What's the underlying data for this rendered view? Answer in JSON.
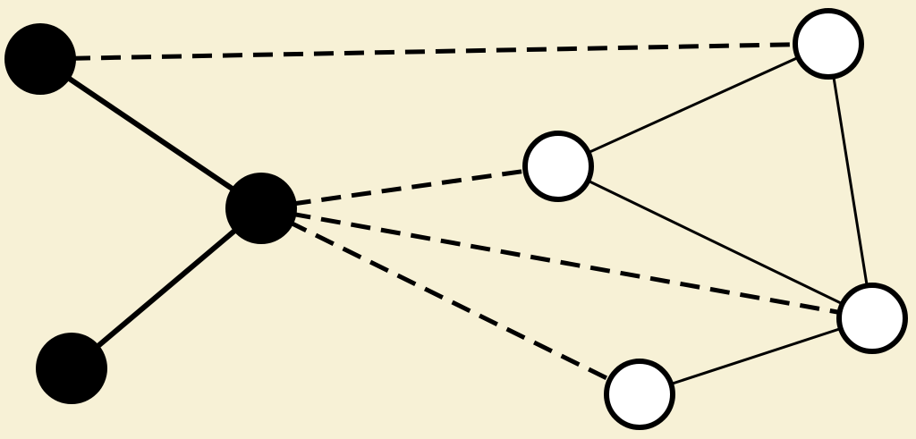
{
  "colors": {
    "background": "#f7f1d6",
    "stroke": "#000000",
    "filled_node": "#000000",
    "open_node": "#ffffff"
  },
  "nodes": [
    {
      "id": "b1",
      "style": "filled"
    },
    {
      "id": "b2",
      "style": "filled"
    },
    {
      "id": "b3",
      "style": "filled"
    },
    {
      "id": "w1",
      "style": "open"
    },
    {
      "id": "w2",
      "style": "open"
    },
    {
      "id": "w3",
      "style": "open"
    },
    {
      "id": "w4",
      "style": "open"
    }
  ],
  "edges": [
    {
      "from": "b1",
      "to": "b2",
      "style": "solid-thick"
    },
    {
      "from": "b2",
      "to": "b3",
      "style": "solid-thick"
    },
    {
      "from": "b1",
      "to": "w1",
      "style": "dashed"
    },
    {
      "from": "b2",
      "to": "w2",
      "style": "dashed"
    },
    {
      "from": "b2",
      "to": "w3",
      "style": "dashed"
    },
    {
      "from": "b2",
      "to": "w4",
      "style": "dashed"
    },
    {
      "from": "w1",
      "to": "w2",
      "style": "solid-thin"
    },
    {
      "from": "w1",
      "to": "w3",
      "style": "solid-thin"
    },
    {
      "from": "w2",
      "to": "w3",
      "style": "solid-thin"
    },
    {
      "from": "w3",
      "to": "w4",
      "style": "solid-thin"
    }
  ]
}
